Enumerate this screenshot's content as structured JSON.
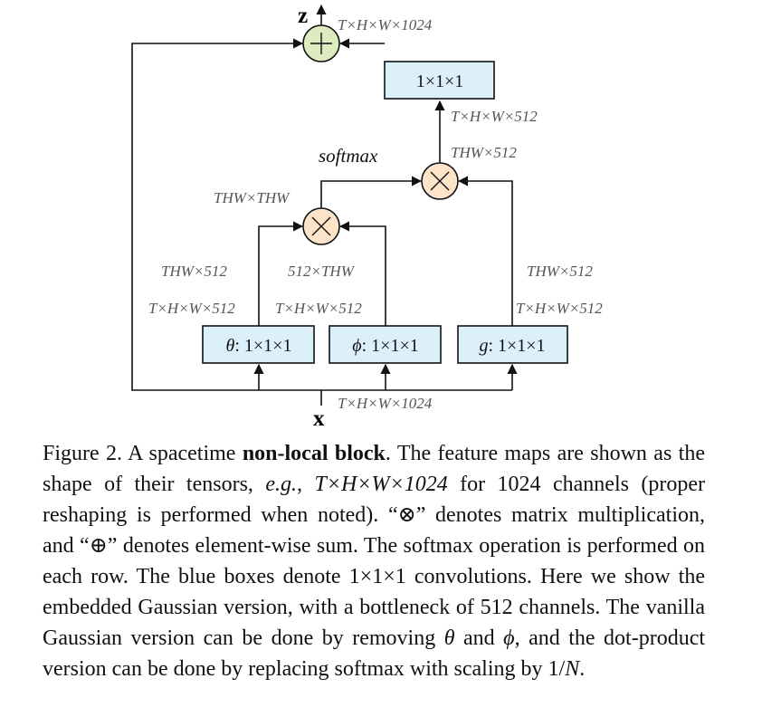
{
  "diagram": {
    "output_label": "z",
    "input_label": "x",
    "plus_symbol": "+",
    "times_symbol": "×",
    "shapes": {
      "top_output": "T×H×W×1024",
      "bottom_input": "T×H×W×1024",
      "conv_out": "T×H×W×512",
      "g_mult_in": "THW×512",
      "softmax": "softmax",
      "attn": "THW×THW",
      "theta_reshaped": "THW×512",
      "phi_reshaped": "512×THW",
      "g_reshaped": "THW×512",
      "theta_out": "T×H×W×512",
      "phi_out": "T×H×W×512",
      "g_out": "T×H×W×512"
    },
    "boxes": {
      "top": "1×1×1",
      "theta_var": "θ",
      "theta_text": ": 1×1×1",
      "phi_var": "ϕ",
      "phi_text": ": 1×1×1",
      "g_var": "g",
      "g_text": ": 1×1×1"
    },
    "colors": {
      "box_fill": "#dcf0fb",
      "plus_fill": "#dcebc0",
      "times_fill": "#fde4c9",
      "line": "#111111"
    }
  },
  "caption": {
    "p1": "Figure 2. A spacetime ",
    "p2": "non-local block",
    "p3": ".  The feature maps are shown as the shape of their tensors, ",
    "p4": "e.g.",
    "p5": ", ",
    "p6": "T×H×W×1024",
    "p7": " for 1024 channels (proper reshaping is performed when noted). “⊗” denotes matrix multiplication, and “⊕” denotes element-wise sum. The softmax operation is performed on each row. The blue boxes denote 1×1×1 convolutions. Here we show the embedded Gaussian version, with a bottleneck of 512 channels. The vanilla Gaussian version can be done by removing ",
    "p8": "θ",
    "p9": " and ",
    "p10": "ϕ",
    "p11": ", and the dot-product version can be done by replacing softmax with scaling by 1/",
    "p12": "N",
    "p13": "."
  }
}
